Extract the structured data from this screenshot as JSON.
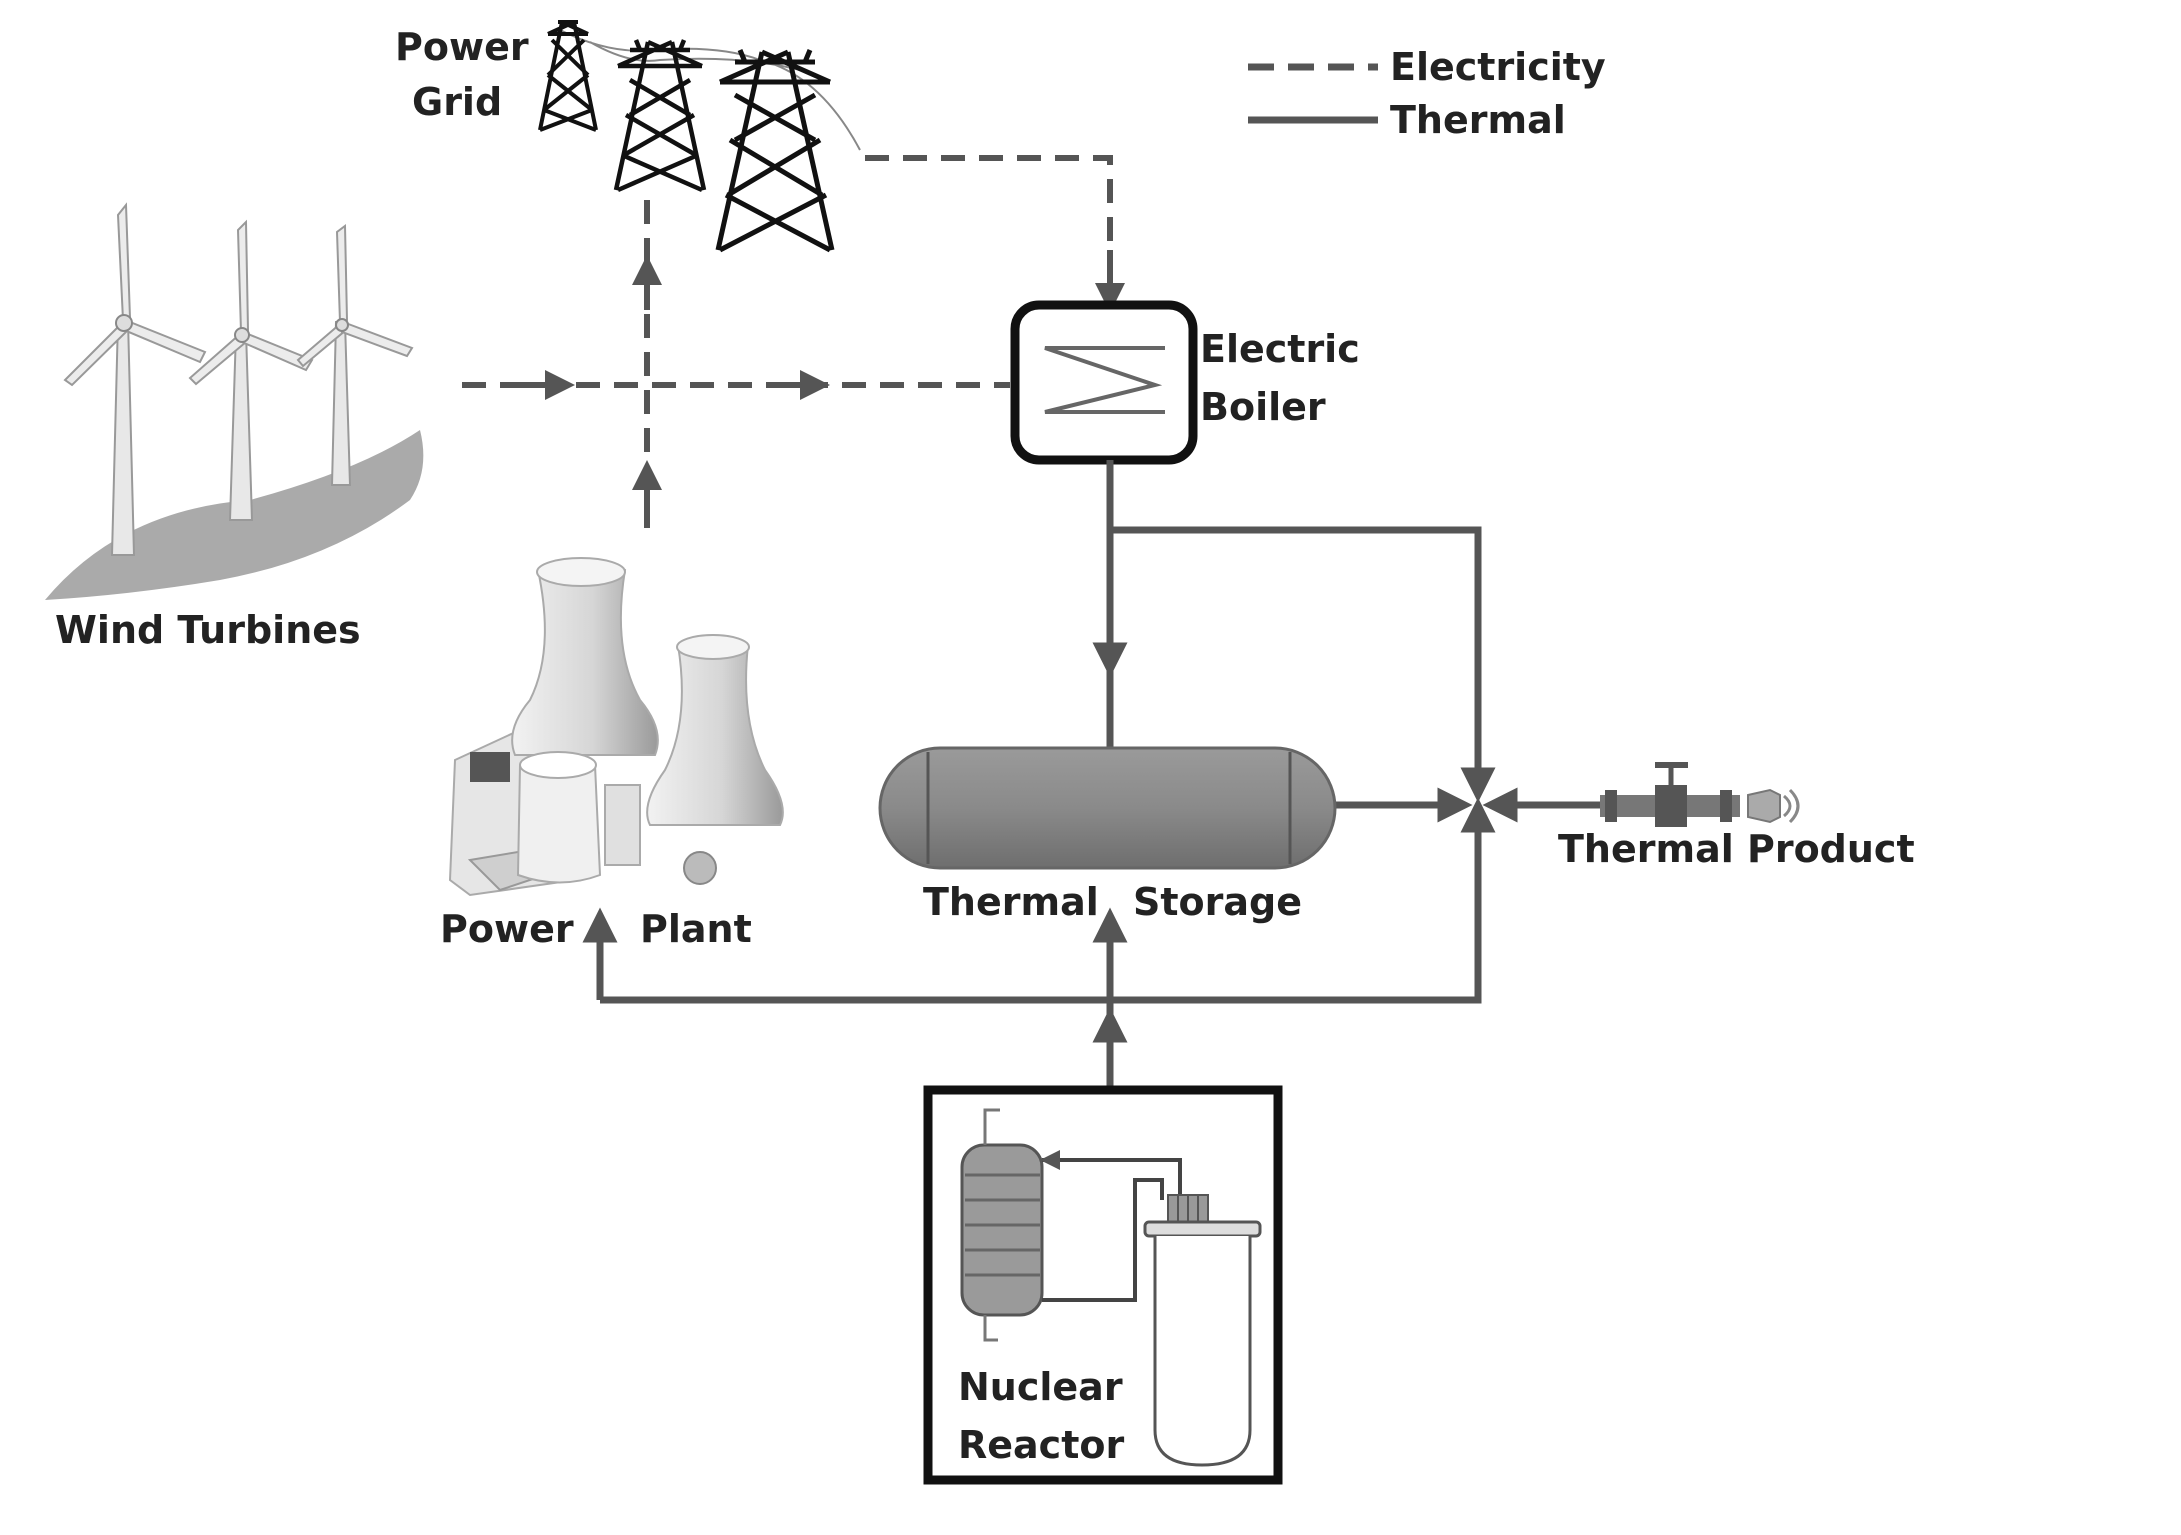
{
  "legend": {
    "electricity": "Electricity",
    "thermal": "Thermal"
  },
  "labels": {
    "power_grid_line1": "Power",
    "power_grid_line2": "Grid",
    "wind_turbines": "Wind Turbines",
    "electric_boiler_line1": "Electric",
    "electric_boiler_line2": "Boiler",
    "power_plant_left": "Power",
    "power_plant_right": "Plant",
    "thermal_storage_left": "Thermal",
    "thermal_storage_right": "Storage",
    "thermal_product": "Thermal Product",
    "nuclear_reactor_line1": "Nuclear",
    "nuclear_reactor_line2": "Reactor"
  },
  "colors": {
    "line": "#555555",
    "dark": "#111111",
    "tank": "#8a8a8a",
    "ground": "#aaaaaa",
    "light_fill": "#dcdcdc"
  }
}
